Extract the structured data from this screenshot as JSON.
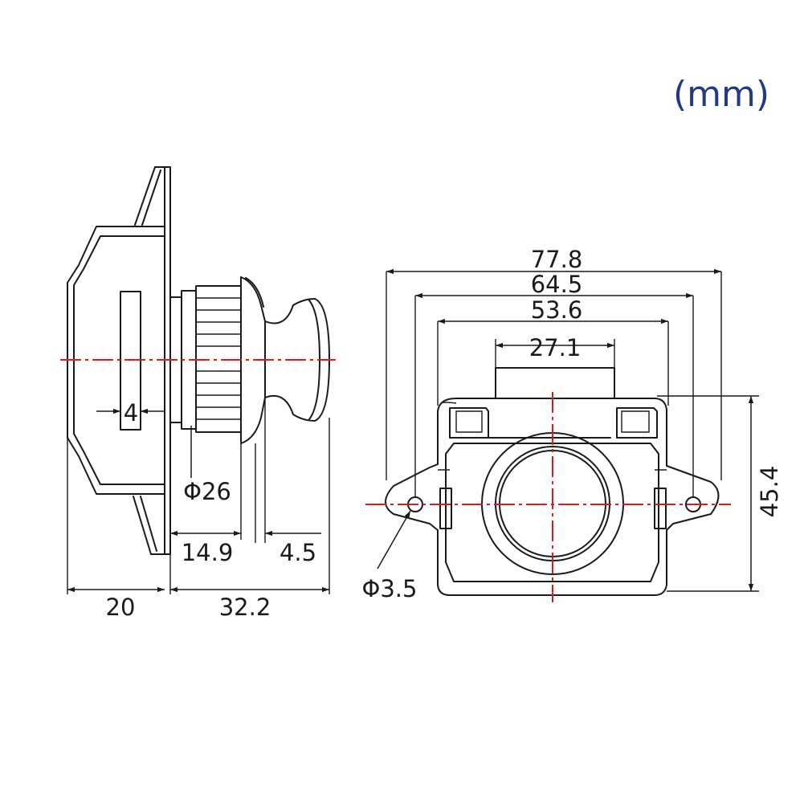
{
  "unit": "(mm)",
  "dimensions": {
    "slot_width": "4",
    "thread_diameter": "Φ26",
    "thread_length": "14.9",
    "knob_length": "4.5",
    "body_depth": "20",
    "protrusion": "32.2",
    "overall_width": "77.8",
    "hole_spacing": "64.5",
    "body_width": "53.6",
    "top_tab_width": "27.1",
    "height": "45.4",
    "hole_diameter": "Φ3.5"
  },
  "colors": {
    "outline": "#1a1a1a",
    "centerline": "#e01818",
    "unit_text": "#233a82"
  }
}
